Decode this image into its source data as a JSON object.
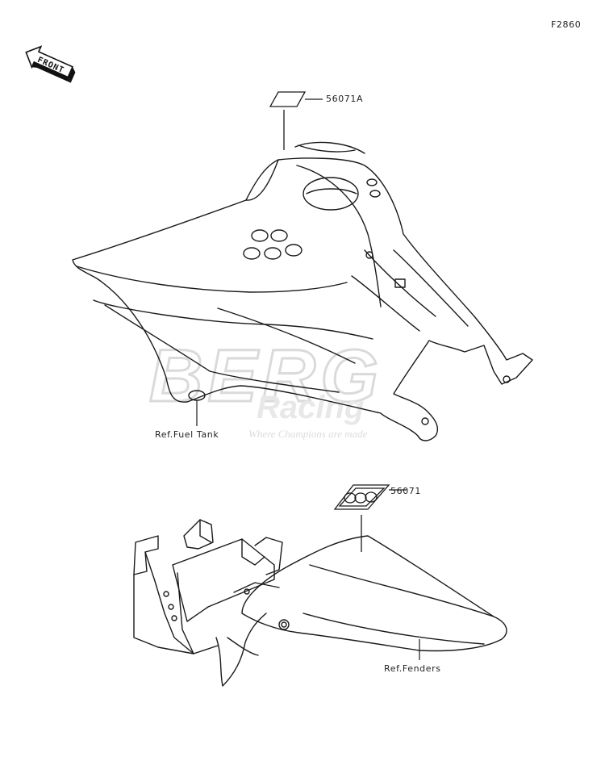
{
  "figure_code": "F2860",
  "front_arrow_label": "FRONT",
  "watermark": {
    "main": "BERG",
    "sub": "Racing",
    "tagline": "Where Champions are made"
  },
  "callouts": {
    "label_upper": "56071A",
    "label_lower": "56071",
    "ref_fuel_tank": "Ref.Fuel Tank",
    "ref_fenders": "Ref.Fenders"
  },
  "colors": {
    "line": "#1a1a1a",
    "watermark": "#e0e0e0"
  }
}
